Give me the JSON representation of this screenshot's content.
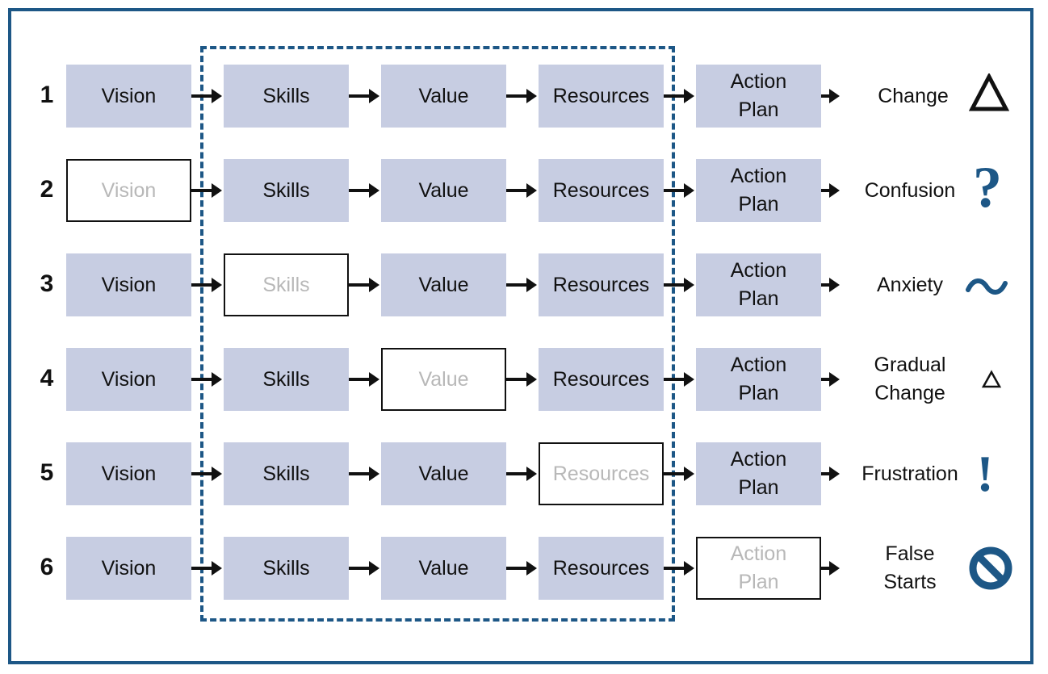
{
  "rows": [
    {
      "number": "1",
      "steps": [
        "Vision",
        "Skills",
        "Value",
        "Resources",
        "Action\nPlan"
      ],
      "missing": -1,
      "outcome": "Change",
      "symbol": "delta-icon"
    },
    {
      "number": "2",
      "steps": [
        "Vision",
        "Skills",
        "Value",
        "Resources",
        "Action\nPlan"
      ],
      "missing": 0,
      "outcome": "Confusion",
      "symbol": "question-mark-icon"
    },
    {
      "number": "3",
      "steps": [
        "Vision",
        "Skills",
        "Value",
        "Resources",
        "Action\nPlan"
      ],
      "missing": 1,
      "outcome": "Anxiety",
      "symbol": "tilde-icon"
    },
    {
      "number": "4",
      "steps": [
        "Vision",
        "Skills",
        "Value",
        "Resources",
        "Action\nPlan"
      ],
      "missing": 2,
      "outcome": "Gradual\nChange",
      "symbol": "small-delta-icon"
    },
    {
      "number": "5",
      "steps": [
        "Vision",
        "Skills",
        "Value",
        "Resources",
        "Action\nPlan"
      ],
      "missing": 3,
      "outcome": "Frustration",
      "symbol": "exclamation-icon"
    },
    {
      "number": "6",
      "steps": [
        "Vision",
        "Skills",
        "Value",
        "Resources",
        "Action\nPlan"
      ],
      "missing": 4,
      "outcome": "False\nStarts",
      "symbol": "prohibited-icon"
    }
  ],
  "colors": {
    "frame": "#1d5786",
    "box_fill": "#c7cde2",
    "missing_text": "#b8b8b8",
    "symbol_blue": "#1d5786",
    "ink": "#111111"
  }
}
